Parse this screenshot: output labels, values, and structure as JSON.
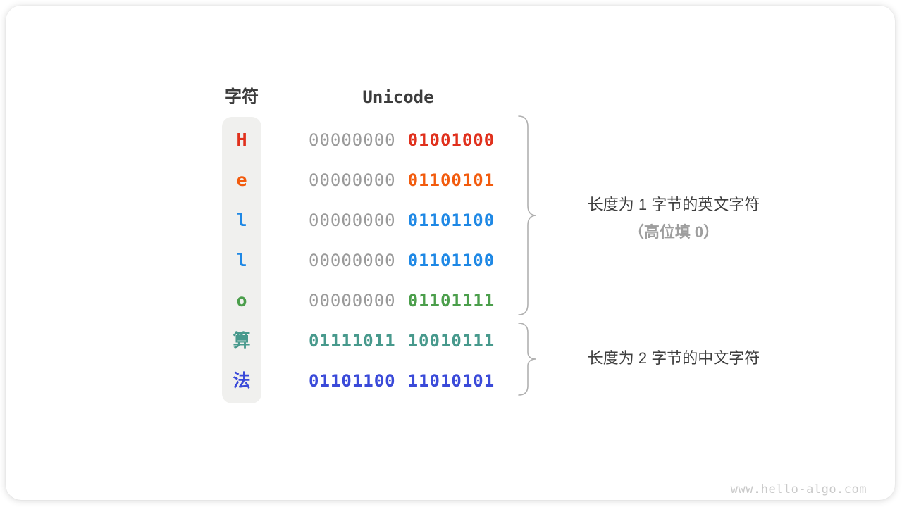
{
  "header": {
    "char_col": "字符",
    "unicode_col": "Unicode"
  },
  "rows": [
    {
      "char": "H",
      "color": "#e0301c",
      "high_byte": "00000000",
      "low_byte": "01001000",
      "high_is_padding": true
    },
    {
      "char": "e",
      "color": "#f25b0d",
      "high_byte": "00000000",
      "low_byte": "01100101",
      "high_is_padding": true
    },
    {
      "char": "l",
      "color": "#1e88e5",
      "high_byte": "00000000",
      "low_byte": "01101100",
      "high_is_padding": true
    },
    {
      "char": "l",
      "color": "#1e88e5",
      "high_byte": "00000000",
      "low_byte": "01101100",
      "high_is_padding": true
    },
    {
      "char": "o",
      "color": "#4b9e4b",
      "high_byte": "00000000",
      "low_byte": "01101111",
      "high_is_padding": true
    },
    {
      "char": "算",
      "color": "#47998c",
      "high_byte": "01111011",
      "low_byte": "10010111",
      "high_is_padding": false
    },
    {
      "char": "法",
      "color": "#3a4ad9",
      "high_byte": "01101100",
      "low_byte": "11010101",
      "high_is_padding": false
    }
  ],
  "annotations": {
    "group1_line1": "长度为 1 字节的英文字符",
    "group1_line2": "（高位填 0）",
    "group2_line1": "长度为 2 字节的中文字符"
  },
  "colors": {
    "padding_zero_gray": "#9a9a9a",
    "brace_stroke": "#b0b0b0",
    "text_dark": "#3e3e3e",
    "text_gray": "#9e9e9e",
    "pill_bg": "#f0f0ee",
    "watermark_gray": "#c9c9c9"
  },
  "watermark": "www.hello-algo.com"
}
